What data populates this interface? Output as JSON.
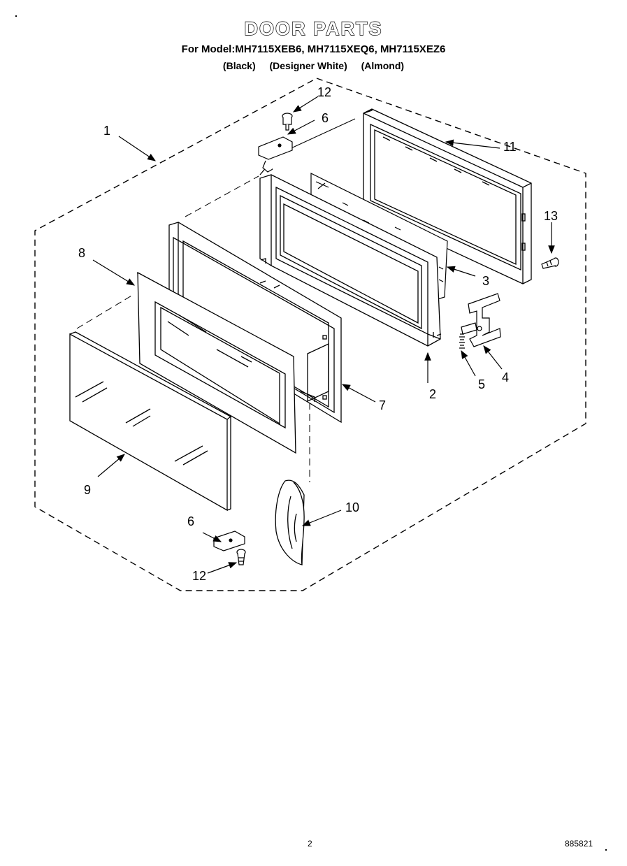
{
  "header": {
    "title": "DOOR PARTS",
    "models": "For Model:MH7115XEB6, MH7115XEQ6, MH7115XEZ6",
    "colors": [
      "(Black)",
      "(Designer White)",
      "(Almond)"
    ]
  },
  "callouts": {
    "c1": "1",
    "c2": "2",
    "c3": "3",
    "c4": "4",
    "c5": "5",
    "c6a": "6",
    "c6b": "6",
    "c7": "7",
    "c8": "8",
    "c9": "9",
    "c10": "10",
    "c11": "11",
    "c12a": "12",
    "c12b": "12",
    "c13": "13"
  },
  "footer": {
    "page_number": "2",
    "document_number": "885821"
  }
}
